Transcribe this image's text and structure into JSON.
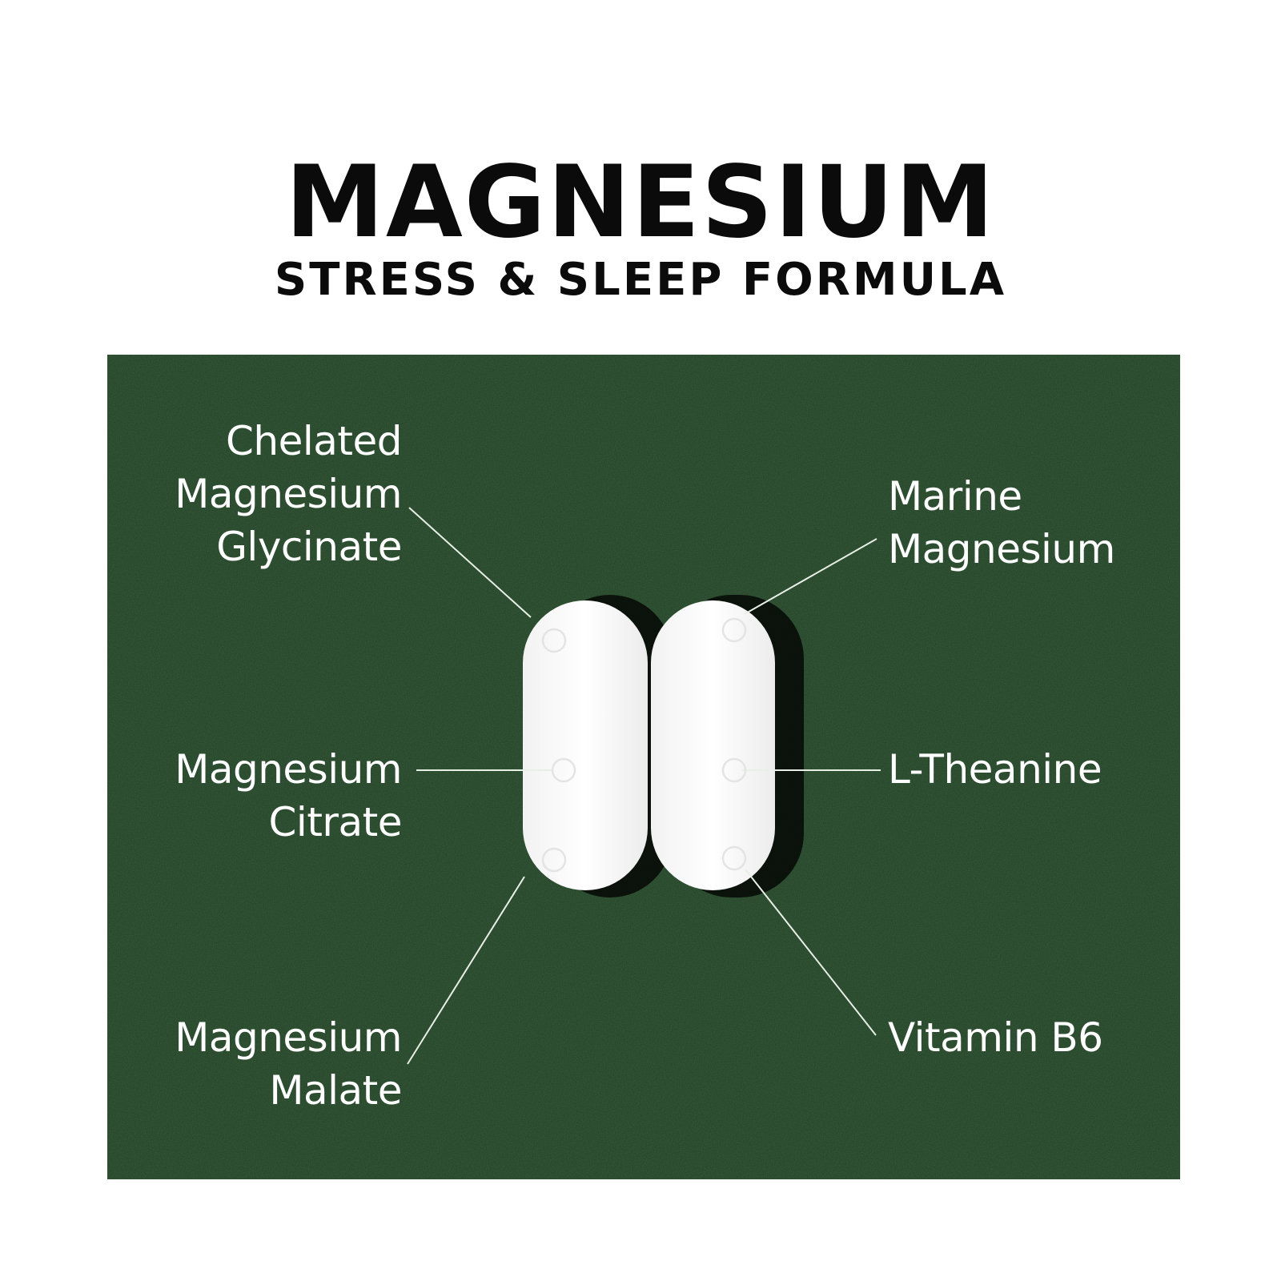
{
  "header": {
    "title": "MAGNESIUM",
    "subtitle": "STRESS & SLEEP FORMULA"
  },
  "ingredients": {
    "chelated_glycinate": "Chelated\nMagnesium\nGlycinate",
    "citrate": "Magnesium\nCitrate",
    "malate": "Magnesium\nMalate",
    "marine": "Marine\nMagnesium",
    "l_theanine": "L-Theanine",
    "vitamin_b6": "Vitamin B6"
  },
  "colors": {
    "panel_background": "#1e3f22",
    "pill": "#ffffff",
    "text_dark": "#0b0b0b",
    "text_light": "#ffffff"
  }
}
